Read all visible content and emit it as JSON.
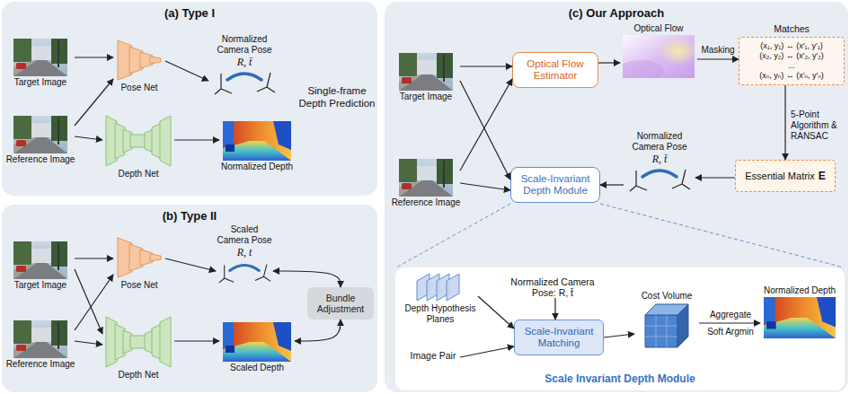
{
  "diagram": {
    "nodes": [
      {
        "text": [
          "(a) Type I"
        ]
      },
      {
        "text": [
          "Target Image"
        ],
        "in": 0
      },
      {
        "text": [
          "Reference Image"
        ],
        "in": 0
      },
      {
        "text": [
          "Pose Net"
        ],
        "in": 0
      },
      {
        "text": [
          "Depth Net"
        ],
        "in": 0
      },
      {
        "text": [
          "Normalized Camera Pose",
          "R, t̄"
        ],
        "in": 0
      },
      {
        "text": [
          "Normalized Depth"
        ],
        "in": 0
      },
      {
        "text": [
          "(b) Type II"
        ]
      },
      {
        "text": [
          "Target Image"
        ],
        "in": 7
      },
      {
        "text": [
          "Reference Image"
        ],
        "in": 7
      },
      {
        "text": [
          "Pose Net"
        ],
        "in": 7
      },
      {
        "text": [
          "Depth Net"
        ],
        "in": 7
      },
      {
        "text": [
          "Scaled Camera Pose",
          "R, t"
        ],
        "in": 7
      },
      {
        "text": [
          "Bundle Adjustment"
        ],
        "in": 7
      },
      {
        "text": [
          "Scaled Depth"
        ],
        "in": 7
      },
      {
        "text": [
          "(c) Our Approach"
        ]
      },
      {
        "text": [
          "Target Image"
        ],
        "in": 15
      },
      {
        "text": [
          "Reference Image"
        ],
        "in": 15
      },
      {
        "text": [
          "Optical Flow Estimator"
        ],
        "in": 15
      },
      {
        "text": [
          "Optical Flow"
        ],
        "in": 15
      },
      {
        "text": [
          "Matches",
          "(x₁, y₁) ↔ (x′₁, y′₁)",
          "(x₂, y₂) ↔ (x′₂, y′₂)",
          "...",
          "(xₙ, yₙ) ↔ (x′ₙ, y′ₙ)"
        ],
        "in": 15
      },
      {
        "text": [
          "Scale-Invariant Depth Module"
        ],
        "in": 15
      },
      {
        "text": [
          "Normalized Camera Pose",
          "R, t̄"
        ],
        "in": 15
      },
      {
        "text": [
          "Essential Matrix",
          "E"
        ],
        "in": 15
      },
      {
        "text": [
          "Scale Invariant Depth Module"
        ],
        "in": 15
      },
      {
        "text": [
          "Depth Hypothesis Planes"
        ],
        "in": 24
      },
      {
        "text": [
          "Image Pair"
        ],
        "in": 24
      },
      {
        "text": [
          "Normalized Camera Pose: R, t̄"
        ],
        "in": 24
      },
      {
        "text": [
          "Scale-Invariant Matching"
        ],
        "in": 24
      },
      {
        "text": [
          "Cost Volume"
        ],
        "in": 24
      },
      {
        "text": [
          "Normalized Depth"
        ],
        "in": 24
      }
    ],
    "edges": [
      {
        "from": 1,
        "to": 3,
        "arrow": "to"
      },
      {
        "from": 2,
        "to": 3,
        "arrow": "to"
      },
      {
        "from": 2,
        "to": 4,
        "arrow": "to"
      },
      {
        "from": 3,
        "to": 5,
        "arrow": "to"
      },
      {
        "from": 4,
        "to": 6,
        "arrow": "to"
      },
      {
        "from": 8,
        "to": 10,
        "arrow": "to"
      },
      {
        "from": 8,
        "to": 11,
        "arrow": "to"
      },
      {
        "from": 9,
        "to": 10,
        "arrow": "to"
      },
      {
        "from": 9,
        "to": 11,
        "arrow": "to"
      },
      {
        "from": 10,
        "to": 12,
        "arrow": "to"
      },
      {
        "from": 11,
        "to": 14,
        "arrow": "to"
      },
      {
        "from": 12,
        "to": 13,
        "arrow": "both"
      },
      {
        "from": 13,
        "to": 14,
        "arrow": "both"
      },
      {
        "from": 16,
        "to": 18,
        "arrow": "to"
      },
      {
        "from": 16,
        "to": 21,
        "arrow": "to"
      },
      {
        "from": 17,
        "to": 18,
        "arrow": "to"
      },
      {
        "from": 17,
        "to": 21,
        "arrow": "to"
      },
      {
        "from": 18,
        "to": 19,
        "arrow": "to"
      },
      {
        "from": 19,
        "to": 20,
        "label": "Masking",
        "arrow": "to"
      },
      {
        "from": 20,
        "to": 23,
        "label": "5-Point Algorithm & RANSAC",
        "arrow": "to"
      },
      {
        "from": 23,
        "to": 22,
        "arrow": "to"
      },
      {
        "from": 22,
        "to": 21,
        "arrow": "to"
      },
      {
        "from": 25,
        "to": 28,
        "arrow": "to"
      },
      {
        "from": 26,
        "to": 28,
        "arrow": "to"
      },
      {
        "from": 27,
        "to": 28,
        "arrow": "to"
      },
      {
        "from": 28,
        "to": 29,
        "arrow": "to"
      },
      {
        "from": 29,
        "to": 30,
        "label": "Aggregate",
        "arrow": "to"
      }
    ],
    "labels": [
      "Single-frame Depth Prediction",
      "Soft Argmin"
    ]
  }
}
